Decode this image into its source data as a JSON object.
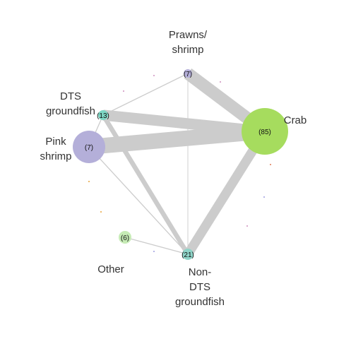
{
  "diagram": {
    "nodes": [
      {
        "id": "prawns",
        "label_lines": [
          "Prawns/",
          "shrimp"
        ],
        "count": "(7)",
        "color": "#b4afd9",
        "relative_size": 7
      },
      {
        "id": "dts",
        "label_lines": [
          "DTS",
          "groundfish"
        ],
        "count": "(13)",
        "color": "#7dd6c4",
        "relative_size": 13
      },
      {
        "id": "crab",
        "label_lines": [
          "Crab"
        ],
        "count": "(85)",
        "color": "#a6dc5e",
        "relative_size": 85
      },
      {
        "id": "pink",
        "label_lines": [
          "Pink",
          "shrimp"
        ],
        "count": "(7)",
        "color": "#b4afd9",
        "relative_size": 40
      },
      {
        "id": "other",
        "label_lines": [
          "Other"
        ],
        "count": "(6)",
        "color": "#c6ebb5",
        "relative_size": 6
      },
      {
        "id": "nondts",
        "label_lines": [
          "Non-",
          "DTS",
          "groundfish"
        ],
        "count": "(21)",
        "color": "#8fd4c8",
        "relative_size": 21
      }
    ],
    "edges": [
      {
        "from": "prawns",
        "to": "crab",
        "weight": 8
      },
      {
        "from": "dts",
        "to": "crab",
        "weight": 7
      },
      {
        "from": "pink",
        "to": "crab",
        "weight": 10
      },
      {
        "from": "nondts",
        "to": "crab",
        "weight": 6
      },
      {
        "from": "dts",
        "to": "nondts",
        "weight": 3
      },
      {
        "from": "prawns",
        "to": "dts",
        "weight": 0.6
      },
      {
        "from": "prawns",
        "to": "nondts",
        "weight": 0.4
      },
      {
        "from": "dts",
        "to": "pink",
        "weight": 0.6
      },
      {
        "from": "pink",
        "to": "nondts",
        "weight": 0.6
      },
      {
        "from": "other",
        "to": "nondts",
        "weight": 0.6
      }
    ],
    "edge_color": "#cccccc",
    "dot_colors": [
      "#cf8fbf",
      "#e07a55",
      "#e8a53c",
      "#9e9ee0"
    ]
  }
}
